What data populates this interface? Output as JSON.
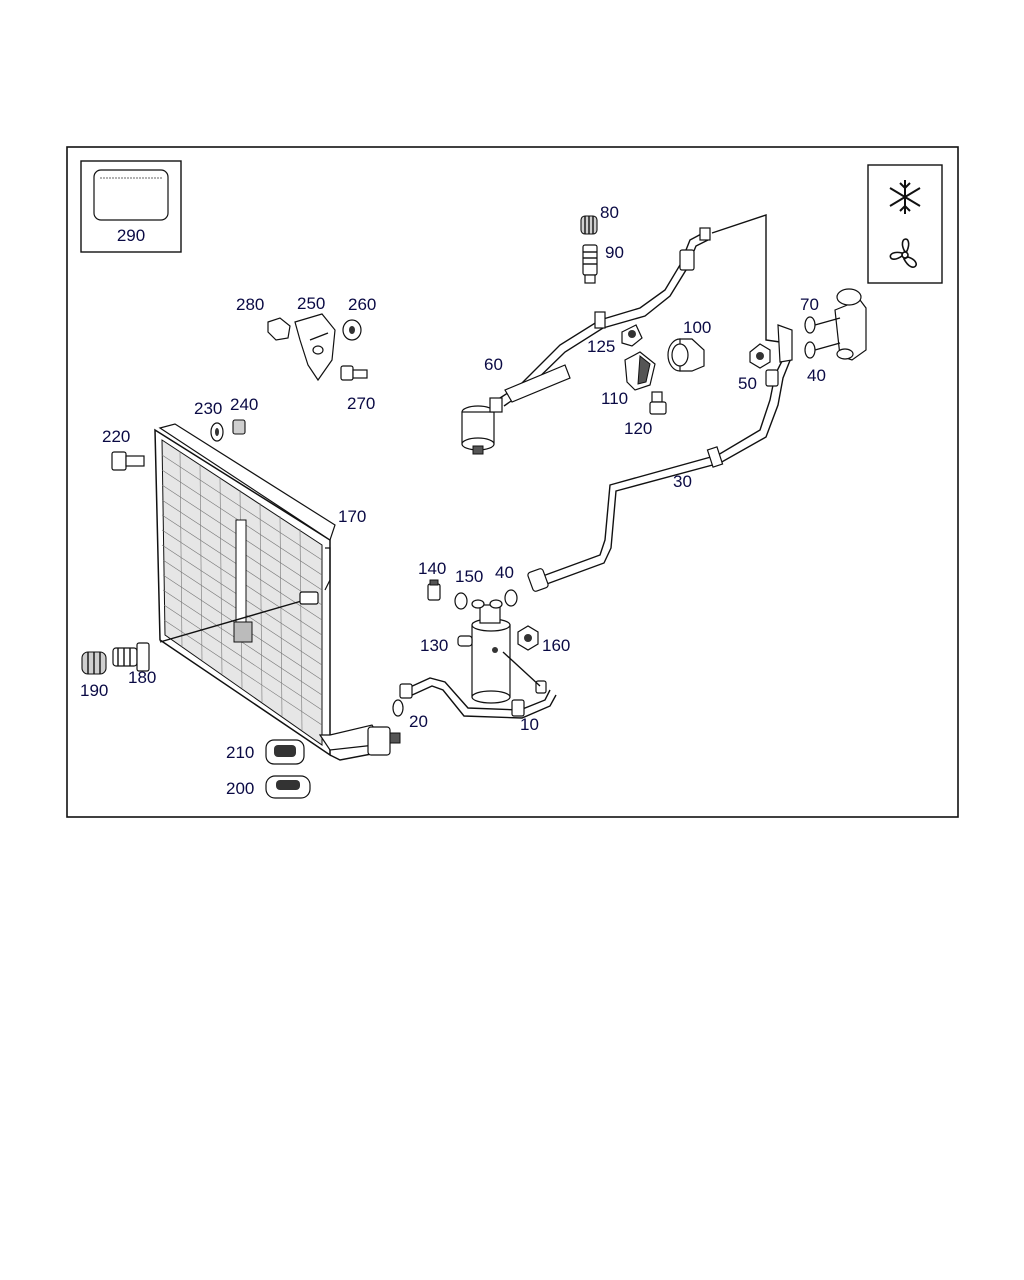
{
  "diagram": {
    "callouts": {
      "c10": "10",
      "c20": "20",
      "c30": "30",
      "c40a": "40",
      "c40b": "40",
      "c50": "50",
      "c60": "60",
      "c70": "70",
      "c80": "80",
      "c90": "90",
      "c100": "100",
      "c110": "110",
      "c120": "120",
      "c125": "125",
      "c130": "130",
      "c140": "140",
      "c150": "150",
      "c160": "160",
      "c170": "170",
      "c180": "180",
      "c190": "190",
      "c200": "200",
      "c210": "210",
      "c220": "220",
      "c230": "230",
      "c240": "240",
      "c250": "250",
      "c260": "260",
      "c270": "270",
      "c280": "280",
      "c290": "290"
    },
    "legend_icons": [
      "snowflake-icon",
      "fan-icon"
    ]
  }
}
